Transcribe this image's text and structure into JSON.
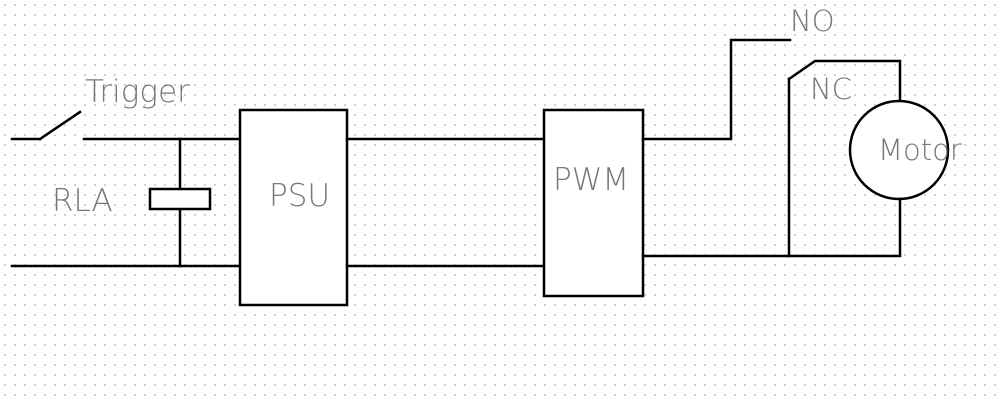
{
  "diagram": {
    "labels": {
      "trigger": "Trigger",
      "rla": "RLA",
      "psu": "PSU",
      "pwm": "PWM",
      "no": "NO",
      "nc": "NC",
      "motor": "Motor"
    },
    "colors": {
      "line": "#000000",
      "text": "#777777",
      "grid_dot": "#c4c4c4",
      "background": "#ffffff"
    }
  }
}
